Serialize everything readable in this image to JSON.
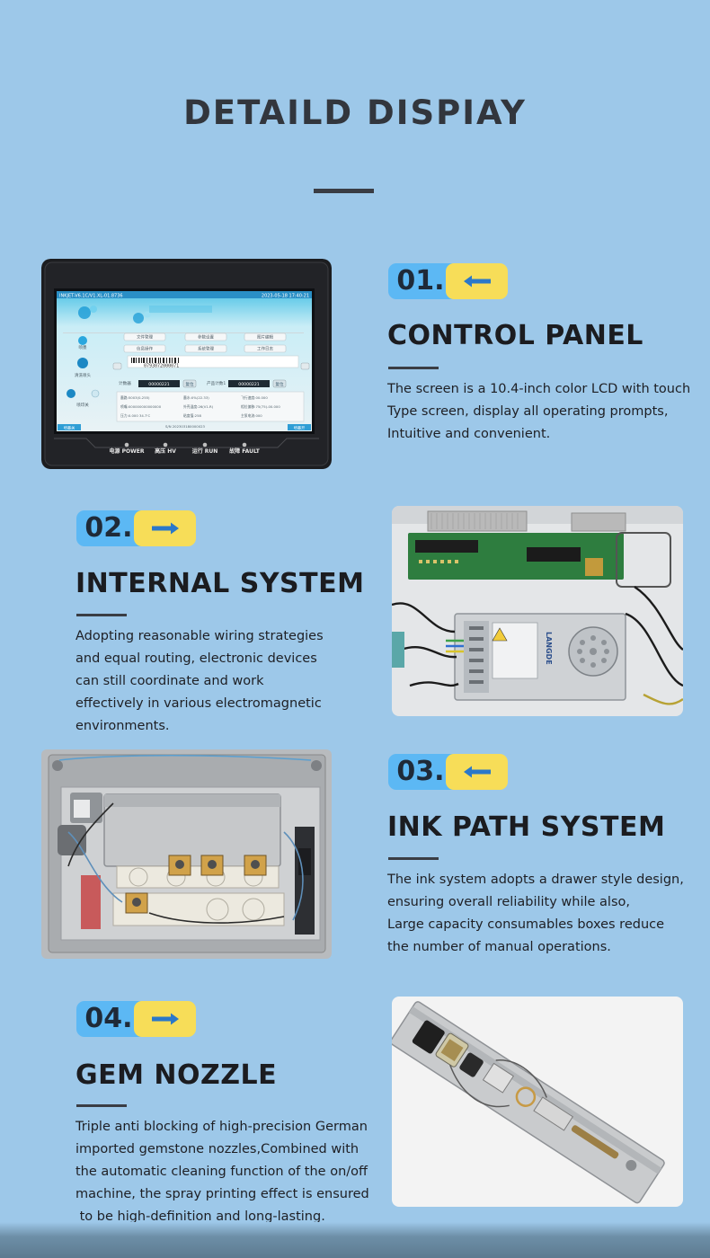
{
  "page": {
    "title": "DETAILD DISPIAY",
    "background_color": "#9dc8e9",
    "accent_blue": "#5cb8f4",
    "accent_yellow": "#f7dd58"
  },
  "sections": [
    {
      "number": "01.",
      "arrow_icon": "arrow-left-icon",
      "title": "CONTROL PANEL",
      "lines": [
        "The screen is a 10.4-inch color LCD with touch",
        "Type screen, display all operating prompts,",
        "Intuitive and convenient."
      ]
    },
    {
      "number": "02.",
      "arrow_icon": "arrow-right-icon",
      "title": "INTERNAL SYSTEM",
      "lines": [
        "Adopting reasonable wiring strategies",
        "and equal routing, electronic devices",
        "can still coordinate and work",
        "effectively in various electromagnetic",
        "environments."
      ]
    },
    {
      "number": "03.",
      "arrow_icon": "arrow-left-icon",
      "title": "INK PATH SYSTEM",
      "lines": [
        "The ink system adopts a drawer style design,",
        "ensuring overall reliability while also,",
        "Large capacity consumables boxes reduce",
        "the number of manual operations."
      ]
    },
    {
      "number": "04.",
      "arrow_icon": "arrow-right-icon",
      "title": "GEM NOZZLE",
      "lines": [
        "Triple anti blocking of high-precision German",
        "imported gemstone nozzles,Combined with",
        "the automatic cleaning function of the on/off",
        "machine, the spray printing effect is ensured",
        " to be high-definition and long-lasting."
      ]
    }
  ],
  "panel": {
    "lcd_header_left": "INKJET-V6.1C/V1.XL-01.8736",
    "lcd_header_right": "2023-05-18  17:40:21",
    "menu": [
      "文件管理",
      "参数设置",
      "图片编辑",
      "信息操作",
      "系统管理",
      "工作日志"
    ],
    "side_labels": [
      "喷墨",
      "清洗喷头",
      "喷印关"
    ],
    "barcode_text": "0793072000071",
    "counter_label_1": "计数器",
    "counter_value_1": "00000221",
    "counter_label_2": "产品计数1",
    "counter_value_2": "00000221",
    "reset_label": "复位",
    "status_rows": [
      [
        "墨路:5003(0-255)",
        "墨水:0%(22.33)",
        "飞行速度:00.000"
      ],
      [
        "喷嘴:000000000000000",
        "外壳温度:26(V1.R)",
        "相位偏移:75(75)-00.000"
      ],
      [
        "压力:0.000  34.7'C",
        "粘度值:258",
        "主泵电流:000"
      ]
    ],
    "lcd_footer": "S/N 202303180000023",
    "lcd_bottom_left": "喷墨关",
    "lcd_bottom_right": "喷墨开",
    "indicators": [
      "电源 POWER",
      "高压 HV",
      "运行 RUN",
      "故障 FAULT"
    ]
  },
  "psu": {
    "brand": "LANGDE"
  }
}
